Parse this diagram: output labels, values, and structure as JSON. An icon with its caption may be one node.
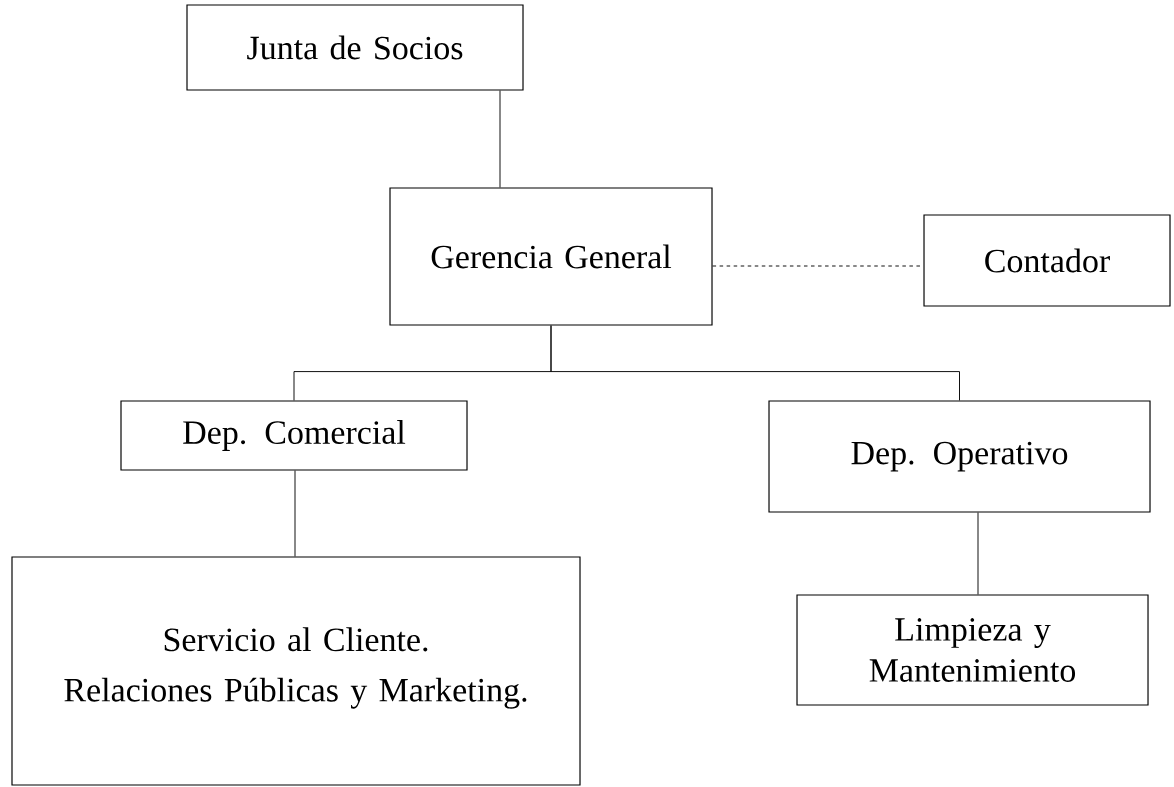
{
  "diagram": {
    "nodes": [
      {
        "text": [
          "Junta de Socios"
        ]
      },
      {
        "text": [
          "Gerencia General"
        ]
      },
      {
        "text": [
          "Contador"
        ]
      },
      {
        "text": [
          "Dep. Comercial"
        ]
      },
      {
        "text": [
          "Dep. Operativo"
        ]
      },
      {
        "text": [
          "Servicio al Cliente.",
          "Relaciones Públicas y Marketing."
        ]
      },
      {
        "text": [
          "Limpieza y Mantenimiento"
        ]
      }
    ],
    "edges": [
      {
        "from": 0,
        "to": 1,
        "arrow": "none"
      },
      {
        "from": 1,
        "to": 2,
        "arrow": "none",
        "style": "dashed"
      },
      {
        "from": 1,
        "to": 3,
        "arrow": "none"
      },
      {
        "from": 1,
        "to": 4,
        "arrow": "none"
      },
      {
        "from": 3,
        "to": 5,
        "arrow": "none"
      },
      {
        "from": 4,
        "to": 6,
        "arrow": "none"
      }
    ]
  }
}
